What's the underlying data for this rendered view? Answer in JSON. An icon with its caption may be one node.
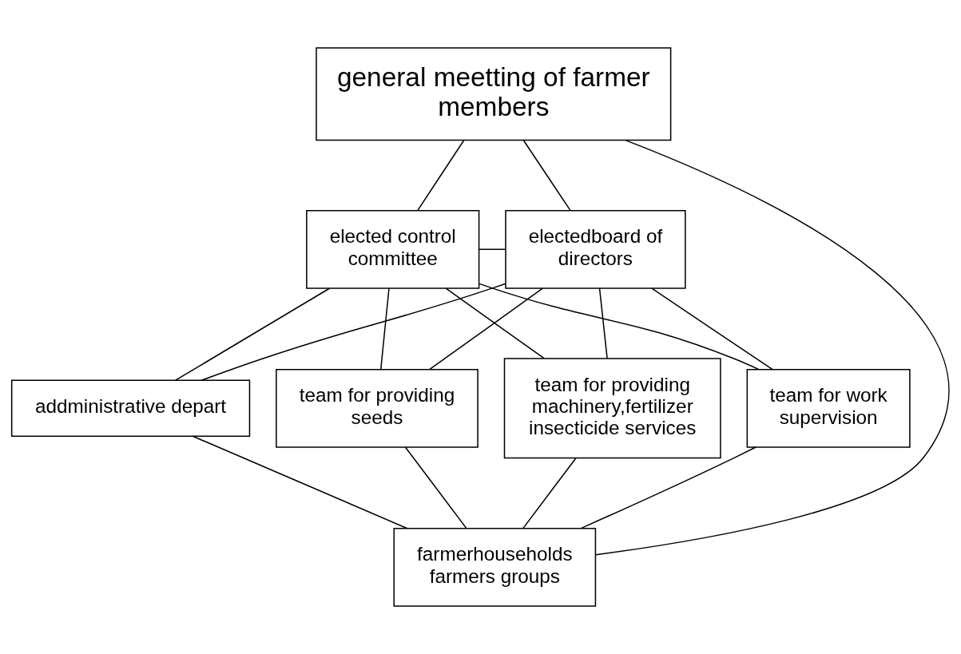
{
  "diagram": {
    "nodes": [
      {
        "text": [
          "general meetting of farmer members"
        ]
      },
      {
        "text": [
          "elected control committee"
        ]
      },
      {
        "text": [
          "electedboard of directors"
        ]
      },
      {
        "text": [
          "addministrative depart"
        ]
      },
      {
        "text": [
          "team for providing seeds"
        ]
      },
      {
        "text": [
          "team for providing machinery,fertilizer insecticide services"
        ]
      },
      {
        "text": [
          "team for work supervision"
        ]
      },
      {
        "text": [
          "farmerhouseholds farmers groups"
        ]
      }
    ],
    "edges": [
      {
        "from": 0,
        "to": 1,
        "arrow": "none"
      },
      {
        "from": 0,
        "to": 2,
        "arrow": "none"
      },
      {
        "from": 1,
        "to": 2,
        "arrow": "none"
      },
      {
        "from": 1,
        "to": 3,
        "arrow": "none"
      },
      {
        "from": 1,
        "to": 4,
        "arrow": "none"
      },
      {
        "from": 1,
        "to": 5,
        "arrow": "none"
      },
      {
        "from": 1,
        "to": 6,
        "arrow": "none"
      },
      {
        "from": 2,
        "to": 3,
        "arrow": "none"
      },
      {
        "from": 2,
        "to": 4,
        "arrow": "none"
      },
      {
        "from": 2,
        "to": 5,
        "arrow": "none"
      },
      {
        "from": 2,
        "to": 6,
        "arrow": "none"
      },
      {
        "from": 3,
        "to": 7,
        "arrow": "none"
      },
      {
        "from": 4,
        "to": 7,
        "arrow": "none"
      },
      {
        "from": 5,
        "to": 7,
        "arrow": "none"
      },
      {
        "from": 6,
        "to": 7,
        "arrow": "none"
      },
      {
        "from": 7,
        "to": 0,
        "arrow": "none"
      }
    ]
  }
}
